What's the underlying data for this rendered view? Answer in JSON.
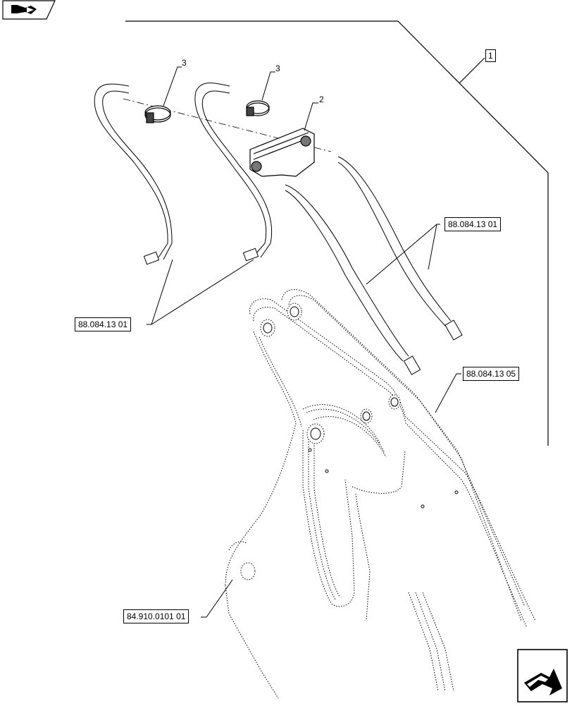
{
  "diagram": {
    "item_number": "1",
    "callouts": [
      "3",
      "3",
      "2"
    ],
    "refs": {
      "hoses_left": "88.084.13 01",
      "hoses_right": "88.084.13 01",
      "boom_upper": "88.084.13 05",
      "boom_lower": "84.910.0101 01"
    }
  },
  "icons": {
    "top_left": "book-arrow-icon",
    "bottom_right": "next-page-arrow-icon"
  }
}
